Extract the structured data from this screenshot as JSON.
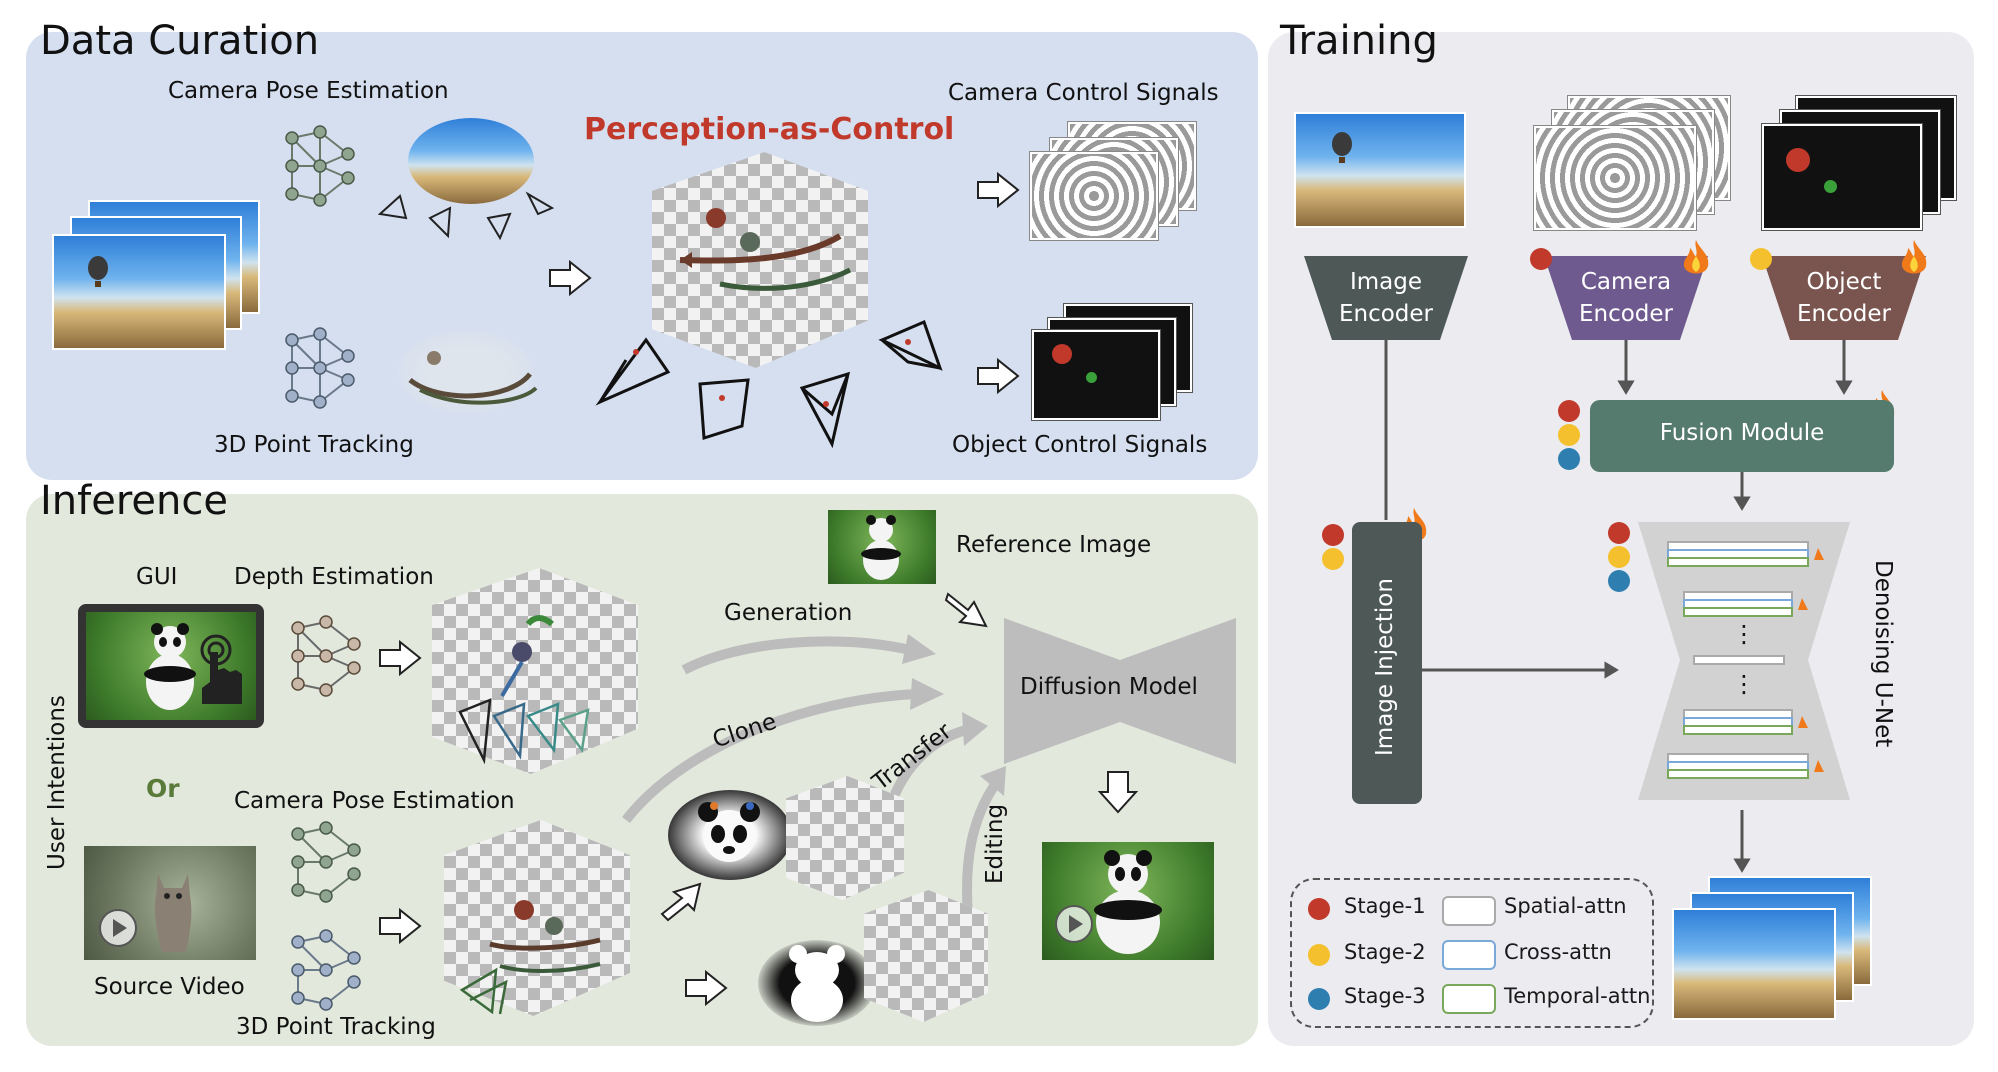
{
  "sections": {
    "data_curation": "Data Curation",
    "inference": "Inference",
    "training": "Training"
  },
  "data_curation": {
    "camera_pose_estimation": "Camera Pose Estimation",
    "point_tracking": "3D Point Tracking",
    "perception_as_control": "Perception-as-Control",
    "camera_signals": "Camera Control Signals",
    "object_signals": "Object Control Signals"
  },
  "inference": {
    "user_intentions": "User Intentions",
    "gui": "GUI",
    "or": "Or",
    "source_video": "Source Video",
    "depth_estimation": "Depth Estimation",
    "camera_pose_estimation": "Camera Pose Estimation",
    "point_tracking": "3D Point Tracking",
    "reference_image": "Reference Image",
    "generation": "Generation",
    "clone": "Clone",
    "transfer": "Transfer",
    "editing": "Editing",
    "diffusion_model": "Diffusion Model"
  },
  "training": {
    "image_encoder": [
      "Image",
      "Encoder"
    ],
    "camera_encoder": [
      "Camera",
      "Encoder"
    ],
    "object_encoder": [
      "Object",
      "Encoder"
    ],
    "fusion_module": "Fusion Module",
    "image_injection": "Image Injection",
    "denoising_unet": "Denoising U-Net",
    "ellipsis": "⋮",
    "legend": {
      "stage1": "Stage-1",
      "stage2": "Stage-2",
      "stage3": "Stage-3",
      "spatial": "Spatial-attn",
      "cross": "Cross-attn",
      "temporal": "Temporal-attn"
    }
  },
  "colors": {
    "curation_bg": "#d6dff0",
    "inference_bg": "#e3e8dd",
    "training_bg": "#ecebf0",
    "stage1": "#c0392b",
    "stage2": "#f4c02e",
    "stage3": "#2e7fb0",
    "image_encoder": "#4d5857",
    "camera_encoder": "#6e5a8e",
    "object_encoder": "#7a5550",
    "fusion": "#557a6e",
    "title_red": "#c0392b",
    "or_green": "#5a7a3a"
  }
}
